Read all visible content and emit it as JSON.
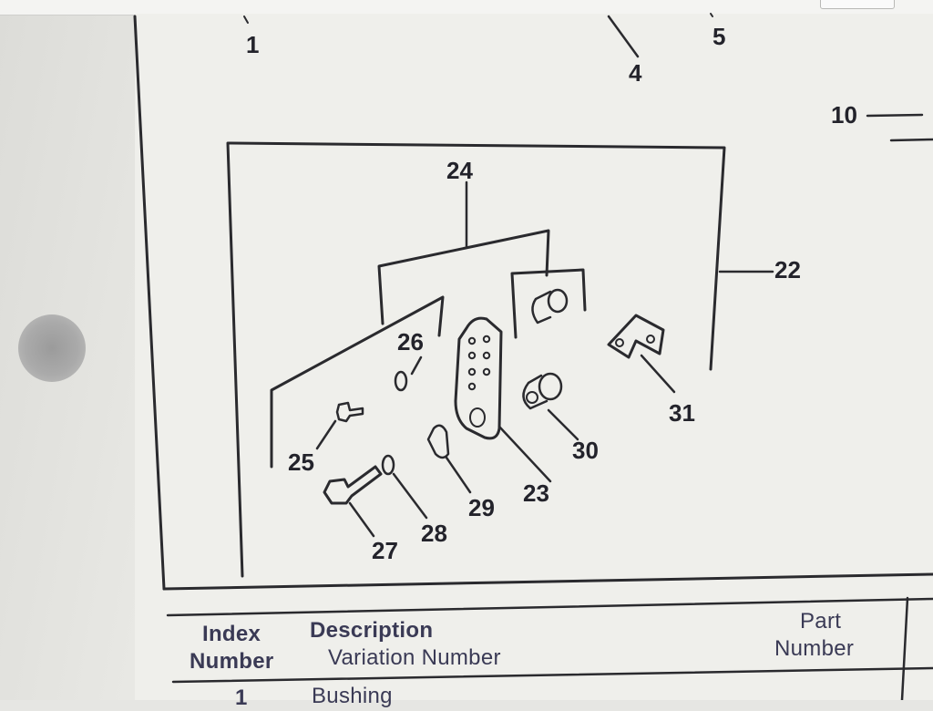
{
  "diagram": {
    "callouts": {
      "c1": "1",
      "c4": "4",
      "c5": "5",
      "c10": "10",
      "c22": "22",
      "c23": "23",
      "c24": "24",
      "c25": "25",
      "c26": "26",
      "c27": "27",
      "c28": "28",
      "c29": "29",
      "c30": "30",
      "c31": "31"
    }
  },
  "table": {
    "headers": {
      "index_line1": "Index",
      "index_line2": "Number",
      "description": "Description",
      "variation": "Variation Number",
      "part_line1": "Part",
      "part_line2": "Number"
    },
    "rows": [
      {
        "index": "1",
        "description": "Bushing"
      }
    ]
  }
}
